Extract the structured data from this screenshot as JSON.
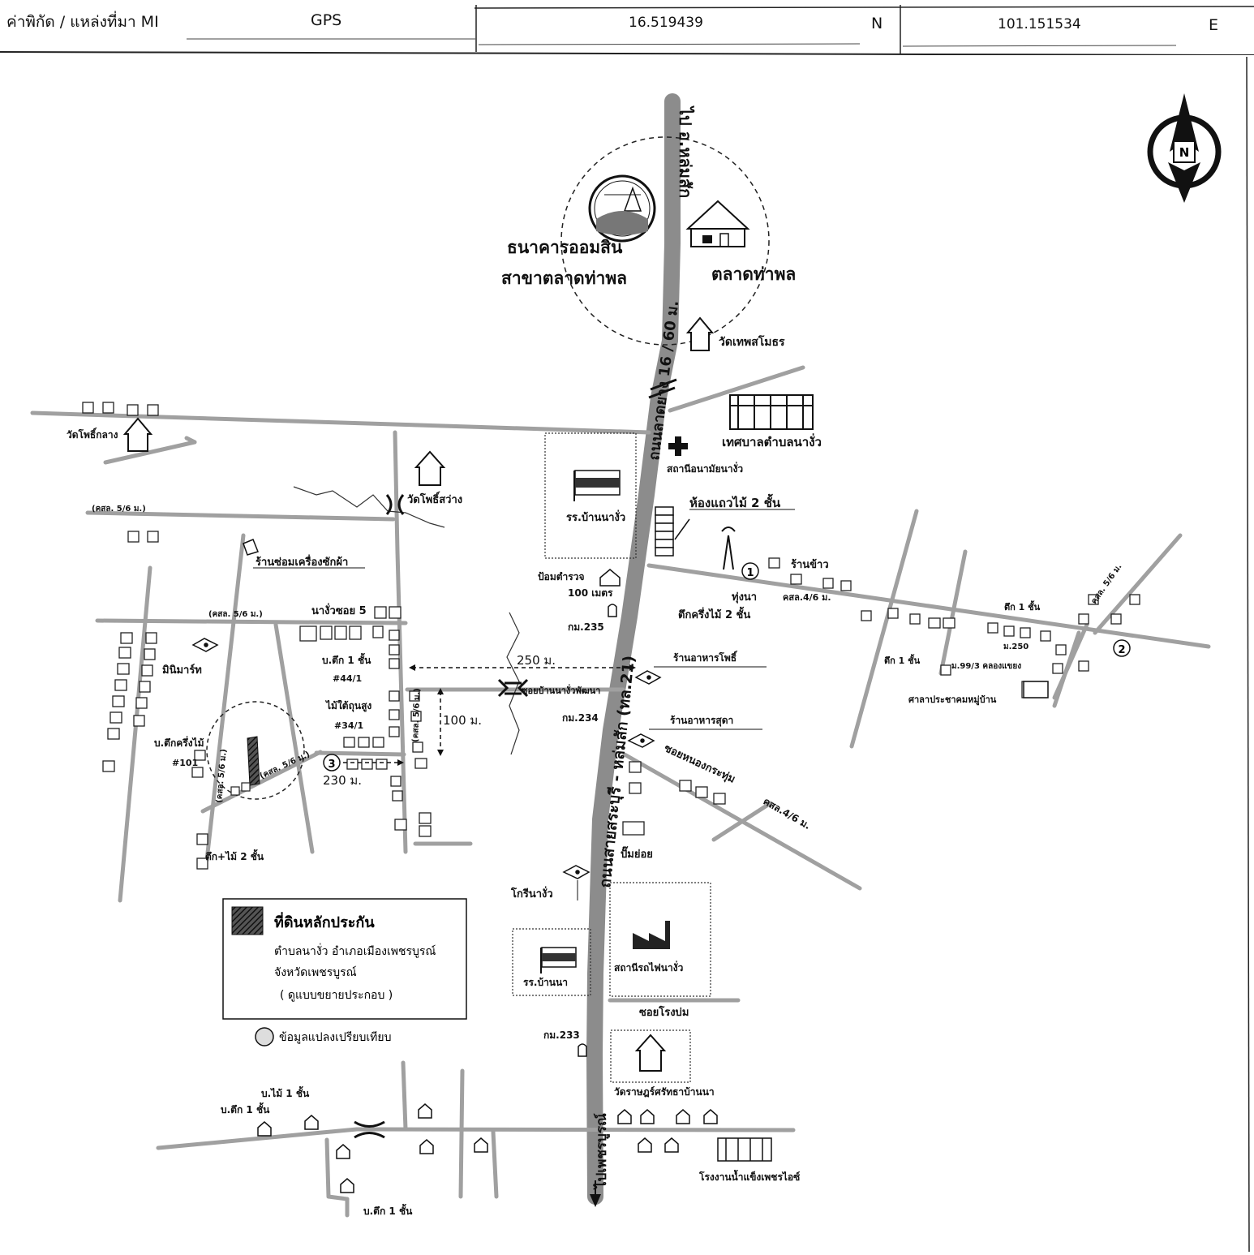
{
  "header": {
    "source_label": "ค่าพิกัด / แหล่งที่มา MI",
    "method": "GPS",
    "lat_value": "16.519439",
    "lat_dir": "N",
    "lon_value": "101.151534",
    "lon_dir": "E"
  },
  "compass": {
    "label": "N"
  },
  "landmarks": {
    "gsb_line1": "ธนาคารออมสิน",
    "gsb_line2": "สาขาตลาดท่าพล",
    "market": "ตลาดท่าพล",
    "wat_thep": "วัดเทพสโมธร",
    "wat_pho_klang": "วัดโพธิ์กลาง",
    "wat_pho_sawang": "วัดโพธิ์สว่าง",
    "municipality": "เทศบาลตำบลนางั่ว",
    "health_station": "สถานีอนามัยนางั่ว",
    "school_na_ngua": "รร.บ้านนางั่ว",
    "shophouse": "ห้องแถวไม้ 2 ชั้น",
    "police_box_1": "ป้อมตำรวจ",
    "police_box_2": "100 เมตร",
    "km235": "กม.235",
    "km234": "กม.234",
    "km233": "กม.233",
    "shop_repair": "ร้านซ่อมเครื่องซักผ้า",
    "minimart": "มินิมาร์ท",
    "soi5": "นางั่วซอย 5",
    "road_to_lomsak": "ไป อ.หล่มสัก",
    "road_km": "ถนนลาดยาง 16 / 60 ม.",
    "road_main": "ถนนสายสระบุรี - หล่มสัก (ทล.21)",
    "road_to_phetchabun": "ไปเพชรบูรณ์",
    "shop_rice": "ร้านข้าว",
    "rice_field": "ทุ่งนา",
    "half_wood_2": "ตึกครึ่งไม้ 2 ชั้น",
    "road_4_6_upper": "คสล.4/6 ม.",
    "bldg1_right": "ตึก 1 ชั้น",
    "bldg1_right2": "ตึก 1 ชั้น",
    "m250": "ม.250",
    "m99": "ม.99/3 คลองแขยง",
    "community_center": "ศาลาประชาคมหมู่บ้าน",
    "road_5_6_ne": "คสล. 5/6 ม.",
    "restaurant_1": "ร้านอาหารโพธิ์",
    "restaurant_2": "ร้านอาหารสุดา",
    "soi_nong_kratum": "ซอยหนองกระทุ่ม",
    "road_4_6_lower": "คสล.4/6 ม.",
    "gas_pump": "ปั๊มย่อย",
    "rice_mill": "โกรีนางั่ว",
    "school_ban_na": "รร.บ้านนา",
    "train_station": "สถานีรถไฟนางั่ว",
    "soi_rong_bom": "ซอยโรงบ่ม",
    "wat_rat": "วัดราษฎร์ศรัทธาบ้านนา",
    "ice_factory": "โรงงานน้ำแข็งเพชรไอซ์",
    "house_wood_1": "บ.ไม้ 1 ชั้น",
    "house_brick_1": "บ.ตึก 1 ชั้น",
    "house_brick_1b": "บ.ตึก 1 ชั้น",
    "soi_bridge": "ซอยบ้านนางั่วพัฒนา",
    "dist_250": "250 ม.",
    "dist_100": "100 ม.",
    "dist_230": "230 ม.",
    "bldg_44": "บ.ตึก 1 ชั้น",
    "bldg_44_no": "#44/1",
    "bldg_34": "ไม้ใต้ถุนสูง",
    "bldg_34_no": "#34/1",
    "bldg_101": "บ.ตึกครึ่งไม้",
    "bldg_101_no": "#101",
    "road_5_6_a": "(คสล. 5/6 ม.)",
    "road_5_6_b": "(คสล. 5/6 ม.)",
    "road_5_6_c": "(คสล. 5/6 ม.)",
    "road_5_6_d": "(คสล. 5/6 ม.)",
    "road_5_6_e": "(คสล. 5/6 ม.)",
    "bldg_half_2": "ตึก+ไม้ 2 ชั้น"
  },
  "markers": {
    "m1": "1",
    "m2": "2",
    "m3": "3"
  },
  "legend": {
    "title": "ที่ดินหลักประกัน",
    "line1": "ตำบลนางั่ว อำเภอเมืองเพชรบูรณ์",
    "line2": "จังหวัดเพชรบูรณ์",
    "line3": "( ดูแบบขยายประกอบ )",
    "compare_label": "ข้อมูลแปลงเปรียบเทียบ"
  },
  "colors": {
    "road": "#9a9a9a",
    "main_road": "#8c8c8c",
    "ink": "#111111",
    "subject_plot": "#2a2a2a"
  }
}
